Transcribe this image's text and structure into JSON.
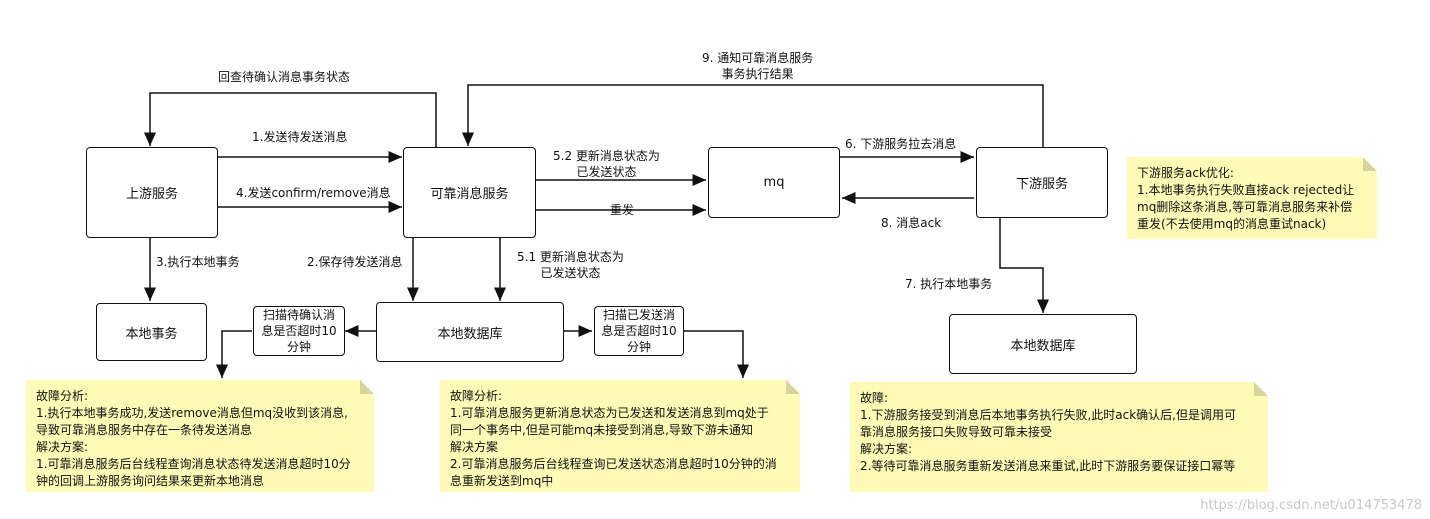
{
  "boxes": {
    "upstream": "上游服务",
    "reliable": "可靠消息服务",
    "mq": "mq",
    "downstream": "下游服务",
    "local_tx": "本地事务",
    "local_db": "本地数据库",
    "scan_confirm": "扫描待确认消息是否超时10分钟",
    "scan_sent": "扫描已发送消息是否超时10分钟",
    "downstream_db": "本地数据库"
  },
  "labels": {
    "recheck": "回查待确认消息事务状态",
    "send_pending": "1.发送待发送消息",
    "send_confirm": "4.发送confirm/remove消息",
    "exec_local": "3.执行本地事务",
    "save_pending": "2.保存待发送消息",
    "update_52": "5.2 更新消息状态为\n已发送状态",
    "resend": "重发",
    "update_51": "5.1 更新消息状态为\n已发送状态",
    "pull": "6. 下游服务拉去消息",
    "ack": "8. 消息ack",
    "notify": "9. 通知可靠消息服务\n事务执行结果",
    "exec_down": "7. 执行本地事务"
  },
  "notes": {
    "left": [
      "故障分析:",
      "1.执行本地事务成功,发送remove消息但mq没收到该消息,",
      "导致可靠消息服务中存在一条待发送消息",
      "解决方案:",
      "1.可靠消息服务后台线程查询消息状态待发送消息超时10分",
      "钟的回调上游服务询问结果来更新本地消息"
    ],
    "middle": [
      "故障分析:",
      "1.可靠消息服务更新消息状态为已发送和发送消息到mq处于",
      "同一个事务中,但是可能mq未接受到消息,导致下游未通知",
      "解决方案",
      "2.可靠消息服务后台线程查询已发送状态消息超时10分钟的消",
      "息重新发送到mq中"
    ],
    "right_bottom": [
      "故障:",
      "1.下游服务接受到消息后本地事务执行失败,此时ack确认后,但是调用可",
      "靠消息服务接口失败导致可靠未接受",
      "",
      "解决方案:",
      "2.等待可靠消息服务重新发送消息来重试,此时下游服务要保证接口幂等"
    ],
    "right_top": [
      "下游服务ack优化:",
      "1.本地事务执行失败直接ack rejected让",
      "mq删除这条消息,等可靠消息服务来补偿",
      "重发(不去使用mq的消息重试nack)"
    ]
  },
  "watermark": "https://blog.csdn.net/u014753478"
}
